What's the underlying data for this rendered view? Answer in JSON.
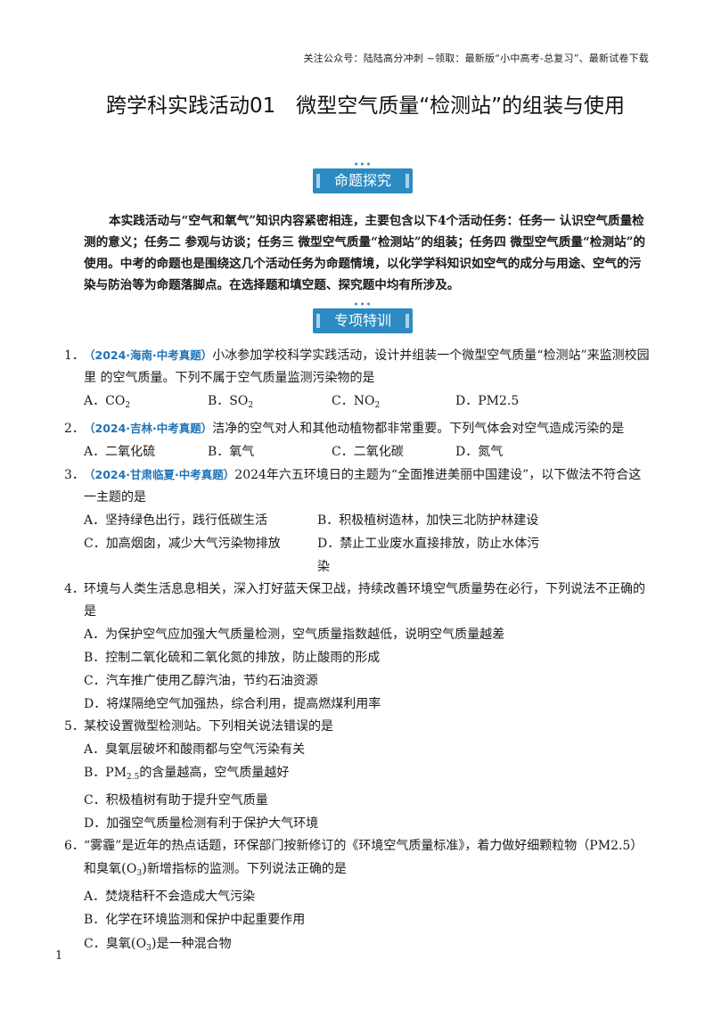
{
  "header_note": "关注公众号：陆陆高分冲刺  ~领取：最新版“小中高考-总复习”、最新试卷下载",
  "title": "跨学科实践活动01　微型空气质量“检测站”的组装与使用",
  "banner1": "命题探究",
  "banner2": "专项特训",
  "intro": "本实践活动与“空气和氧气”知识内容紧密相连，主要包含以下4个活动任务：任务一 认识空气质量检测的意义；任务二 参观与访谈；任务三 微型空气质量“检测站”的组装；任务四 微型空气质量“检测站”的使用。中考的命题也是围绕这几个活动任务为命题情境，以化学学科知识如空气的成分与用途、空气的污染与防治等为命题落脚点。在选择题和填空题、探究题中均有所涉及。",
  "questions": [
    {
      "num": "1．",
      "source": "（2024·海南·中考真题）",
      "stem": "小冰参加学校科学实践活动，设计并组装一个微型空气质量“检测站”来监测校园里 的空气质量。下列不属于空气质量监测污染物的是",
      "options": [
        {
          "label": "A．CO",
          "sub": "2"
        },
        {
          "label": "B．SO",
          "sub": "2"
        },
        {
          "label": "C．NO",
          "sub": "2"
        },
        {
          "label": "D．PM2.5",
          "sub": ""
        }
      ]
    },
    {
      "num": "2．",
      "source": "（2024·吉林·中考真题）",
      "stem": "洁净的空气对人和其他动植物都非常重要。下列气体会对空气造成污染的是",
      "options": [
        "A．二氧化硫",
        "B．氧气",
        "C．二氧化碳",
        "D．氮气"
      ]
    },
    {
      "num": "3．",
      "source": "（2024·甘肃临夏·中考真题）",
      "stem": "2024年六五环境日的主题为“全面推进美丽中国建设”，以下做法不符合这一主题的是",
      "options": [
        "A．坚持绿色出行，践行低碳生活",
        "B．积极植树造林，加快三北防护林建设",
        "C．加高烟囱，减少大气污染物排放",
        "D．禁止工业废水直接排放，防止水体污染"
      ]
    },
    {
      "num": "4．",
      "stem": "环境与人类生活息息相关，深入打好蓝天保卫战，持续改善环境空气质量势在必行，下列说法不正确的是",
      "options": [
        "A．为保护空气应加强大气质量检测，空气质量指数越低，说明空气质量越差",
        "B．控制二氧化硫和二氧化氮的排放，防止酸雨的形成",
        "C．汽车推广使用乙醇汽油，节约石油资源",
        "D．将煤隔绝空气加强热，综合利用，提高燃煤利用率"
      ]
    },
    {
      "num": "5．",
      "stem": "某校设置微型检测站。下列相关说法错误的是",
      "options": [
        "A．臭氧层破坏和酸雨都与空气污染有关",
        "B．PM",
        "C．积极植树有助于提升空气质量",
        "D．加强空气质量检测有利于保护大气环境"
      ],
      "opt_b_sub": "2.5",
      "opt_b_rest": "的含量越高，空气质量越好"
    },
    {
      "num": "6．",
      "stem_a": "“雾霾”是近年的热点话题，环保部门按新修订的《环境空气质量标准》，着力做好细颗粒物（PM2.5）和臭氧",
      "o3": "O",
      "o3_sub": "3",
      "stem_b": "新增指标的监测。下列说法正确的是",
      "options": [
        "A．焚烧秸秆不会造成大气污染",
        "B．化学在环境监测和保护中起重要作用",
        "C．臭氧"
      ],
      "opt_c_rest": "是一种混合物"
    }
  ],
  "page_number": "1"
}
